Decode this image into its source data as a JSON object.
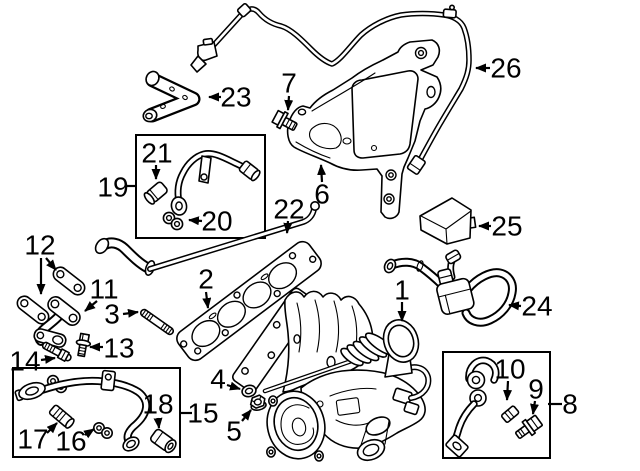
{
  "figure": {
    "type": "exploded-parts-diagram",
    "background_color": "#ffffff",
    "line_color": "#000000",
    "callouts": [
      {
        "id": "1",
        "label": "1"
      },
      {
        "id": "2",
        "label": "2"
      },
      {
        "id": "3",
        "label": "3"
      },
      {
        "id": "4",
        "label": "4"
      },
      {
        "id": "5",
        "label": "5"
      },
      {
        "id": "6",
        "label": "6"
      },
      {
        "id": "7",
        "label": "7"
      },
      {
        "id": "8",
        "label": "8"
      },
      {
        "id": "9",
        "label": "9"
      },
      {
        "id": "10",
        "label": "10"
      },
      {
        "id": "11",
        "label": "11"
      },
      {
        "id": "12",
        "label": "12"
      },
      {
        "id": "13",
        "label": "13"
      },
      {
        "id": "14",
        "label": "14"
      },
      {
        "id": "15",
        "label": "15"
      },
      {
        "id": "16",
        "label": "16"
      },
      {
        "id": "17",
        "label": "17"
      },
      {
        "id": "18",
        "label": "18"
      },
      {
        "id": "19",
        "label": "19"
      },
      {
        "id": "20",
        "label": "20"
      },
      {
        "id": "21",
        "label": "21"
      },
      {
        "id": "22",
        "label": "22"
      },
      {
        "id": "23",
        "label": "23"
      },
      {
        "id": "24",
        "label": "24"
      },
      {
        "id": "25",
        "label": "25"
      },
      {
        "id": "26",
        "label": "26"
      }
    ]
  }
}
